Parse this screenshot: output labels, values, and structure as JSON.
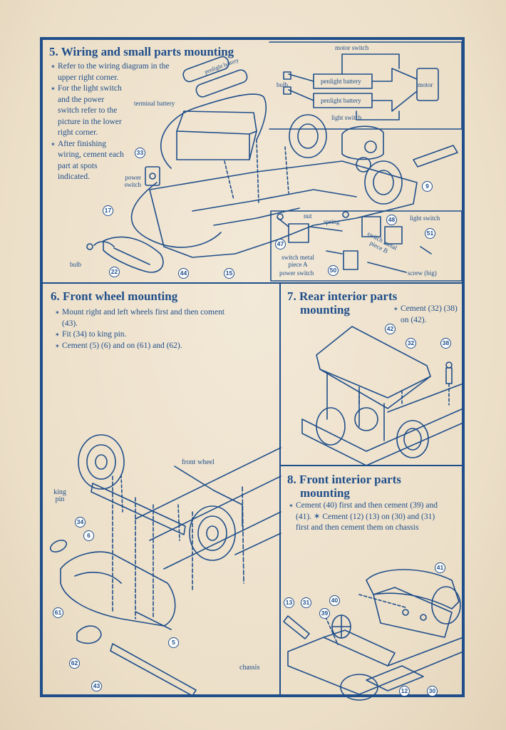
{
  "section5": {
    "title": "5. Wiring and small parts mounting",
    "steps": [
      "Refer to the wiring diagram in the upper right corner.",
      "For the light switch and the power switch refer to the picture in the lower right corner.",
      "After finishing wiring, cement each part at spots indicated."
    ],
    "labels": {
      "penlight_battery": "penlight battery",
      "terminal_battery": "terminal battery",
      "power_switch": "power switch",
      "bulb": "bulb"
    },
    "wiring_diagram": {
      "motor_switch": "motor switch",
      "bulb": "bulb",
      "penlight_battery_1": "penlight battery",
      "penlight_battery_2": "penlight battery",
      "motor": "motor",
      "light_switch": "light switch"
    },
    "switch_detail": {
      "nut": "nut",
      "spring": "spring",
      "light_switch": "light switch",
      "switch_metal_piece_a": "switch metal piece A",
      "power_switch": "power switch",
      "switch_metal_piece_b": "switch metal piece B",
      "screw_big": "screw (big)"
    },
    "callouts": {
      "n33": "33",
      "n9": "9",
      "n17": "17",
      "n22": "22",
      "n44": "44",
      "n15": "15",
      "n47": "47",
      "n48": "48",
      "n51": "51",
      "n50": "50"
    }
  },
  "section6": {
    "title": "6. Front wheel mounting",
    "steps": [
      "Mount right and left wheels first and then coment (43).",
      "Fit (34) to king pin.",
      "Cement (5) (6) and on (61) and (62)."
    ],
    "labels": {
      "front_wheel": "front wheel",
      "king_pin": "king pin",
      "chassis": "chassis"
    },
    "callouts": {
      "n34": "34",
      "n6": "6",
      "n61": "61",
      "n5": "5",
      "n62": "62",
      "n43": "43"
    }
  },
  "section7": {
    "title_line1": "7. Rear interior parts",
    "title_line2": "mounting",
    "steps": [
      "Cement (32) (38) on (42)."
    ],
    "callouts": {
      "n42": "42",
      "n32": "32",
      "n38": "38"
    }
  },
  "section8": {
    "title_line1": "8. Front interior parts",
    "title_line2": "mounting",
    "steps": [
      "Cement (40) first and then cement (39) and (41). ✶ Cement (12) (13) on (30) and (31) first and then cement them on chassis"
    ],
    "callouts": {
      "n41": "41",
      "n13": "13",
      "n31": "31",
      "n40": "40",
      "n39": "39",
      "n12": "12",
      "n30": "30"
    }
  },
  "colors": {
    "ink": "#1f4e8a",
    "paper": "#efe3cf"
  }
}
